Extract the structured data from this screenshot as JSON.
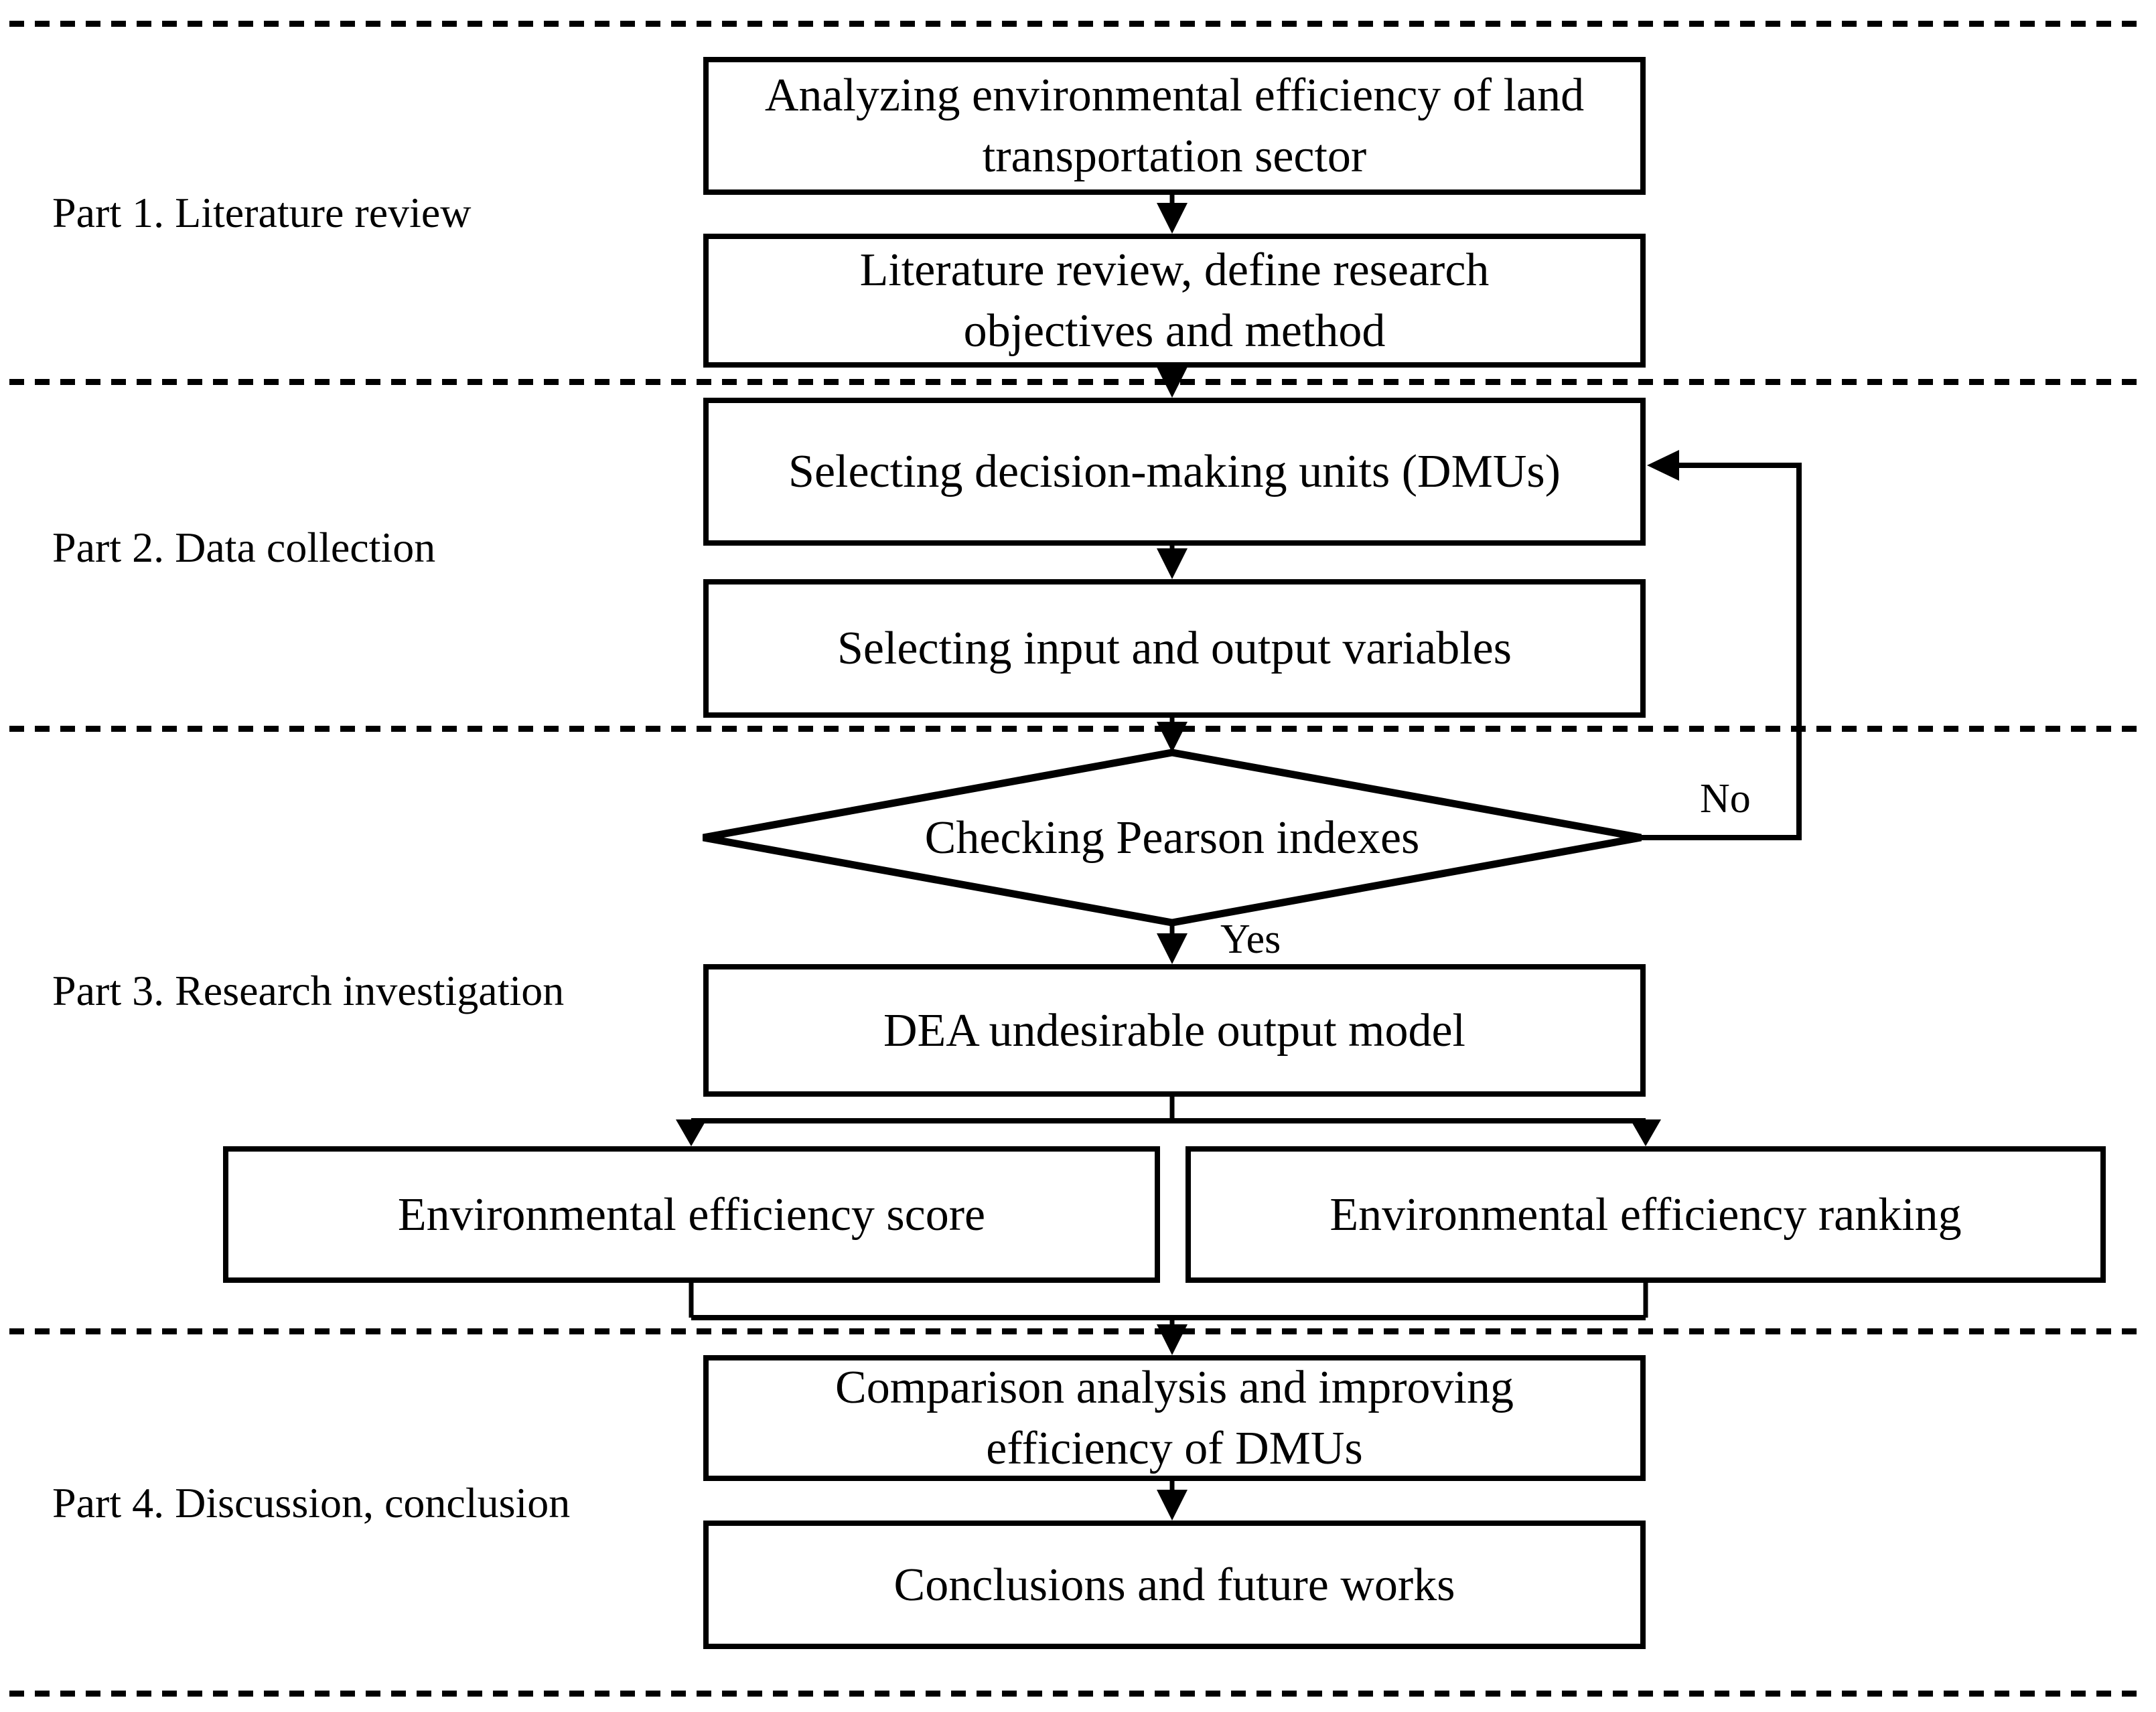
{
  "diagram": {
    "parts": [
      "Part 1. Literature review",
      "Part 2. Data collection",
      "Part 3. Research investigation",
      "Part 4. Discussion, conclusion"
    ],
    "nodes": {
      "analyzing": {
        "line1": "Analyzing environmental efficiency of land",
        "line2": "transportation sector"
      },
      "literature": {
        "line1": "Literature review, define research",
        "line2": "objectives and method"
      },
      "selecting_dmus": {
        "label": "Selecting decision-making units (DMUs)"
      },
      "selecting_vars": {
        "label": "Selecting input and output variables"
      },
      "checking_pearson": {
        "label": "Checking Pearson indexes"
      },
      "dea_model": {
        "label": "DEA undesirable output model"
      },
      "efficiency_score": {
        "label": "Environmental efficiency score"
      },
      "efficiency_ranking": {
        "label": "Environmental efficiency ranking"
      },
      "comparison": {
        "line1": "Comparison analysis and improving",
        "line2": "efficiency of DMUs"
      },
      "conclusions": {
        "label": "Conclusions and future works"
      }
    },
    "edge_labels": {
      "no": "No",
      "yes": "Yes"
    },
    "colors": {
      "ink": "#000000",
      "background": "#ffffff"
    }
  }
}
